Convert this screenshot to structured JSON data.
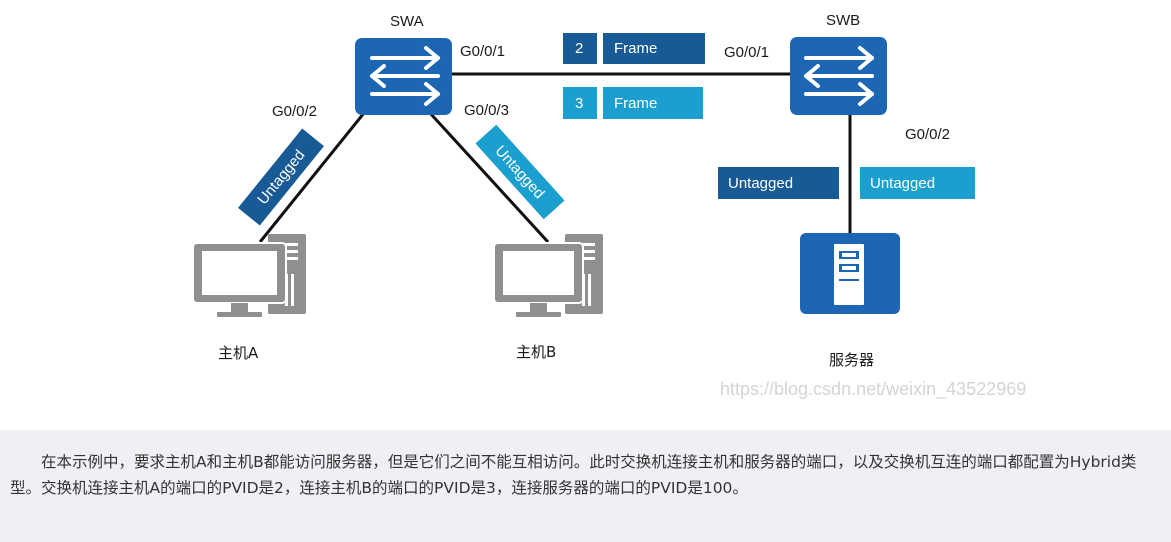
{
  "colors": {
    "dark_blue": "#175a96",
    "light_blue": "#1a9fce",
    "switch_blue": "#1d66b3",
    "device_gray": "#8f8f8f",
    "line": "#111111",
    "footer_bg": "#eef0f4"
  },
  "switches": {
    "swa": {
      "name": "SWA",
      "port_uplink": "G0/0/1",
      "port_host_a": "G0/0/2",
      "port_host_b": "G0/0/3"
    },
    "swb": {
      "name": "SWB",
      "port_uplink": "G0/0/1",
      "port_server": "G0/0/2"
    }
  },
  "frames": [
    {
      "vlan": "2",
      "label": "Frame"
    },
    {
      "vlan": "3",
      "label": "Frame"
    }
  ],
  "tags": {
    "host_a_link": "Untagged",
    "host_b_link": "Untagged",
    "server_dark": "Untagged",
    "server_light": "Untagged"
  },
  "hosts": {
    "host_a": "主机A",
    "host_b": "主机B",
    "server": "服务器"
  },
  "watermark": "https://blog.csdn.net/weixin_43522969",
  "description": "在本示例中，要求主机A和主机B都能访问服务器，但是它们之间不能互相访问。此时交换机连接主机和服务器的端口，以及交换机互连的端口都配置为Hybrid类型。交换机连接主机A的端口的PVID是2，连接主机B的端口的PVID是3，连接服务器的端口的PVID是100。"
}
